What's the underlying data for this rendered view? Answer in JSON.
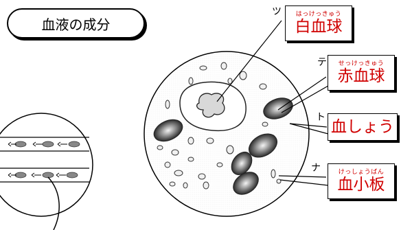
{
  "title": "血液の成分",
  "labels": {
    "tsu": {
      "letter": "ツ",
      "ruby": "はっけっきゅう",
      "text": "白血球"
    },
    "te": {
      "letter": "テ",
      "ruby": "せっけっきゅう",
      "text": "赤血球"
    },
    "to": {
      "letter": "ト",
      "ruby": "",
      "text": "血しょう"
    },
    "na": {
      "letter": "ナ",
      "ruby": "けっしょうばん",
      "text": "血小板"
    }
  },
  "colors": {
    "label_text": "#d00000",
    "line": "#000000"
  }
}
